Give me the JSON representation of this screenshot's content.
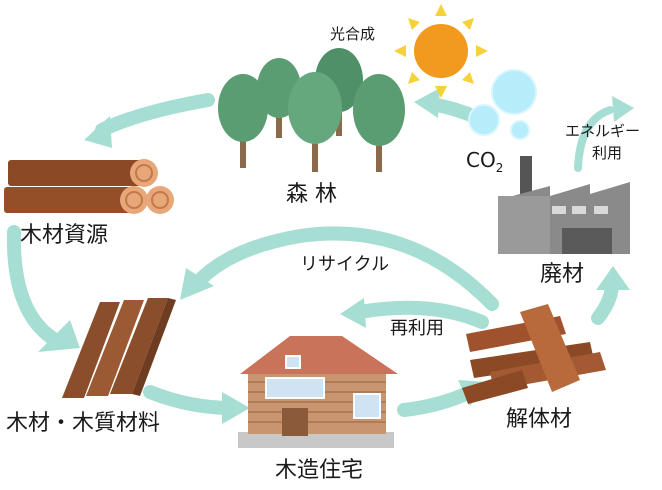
{
  "labels": {
    "photosynthesis": "光合成",
    "forest": "森 林",
    "timber_resource": "木材資源",
    "lumber": "木材・木質材料",
    "wooden_house": "木造住宅",
    "demolition_wood": "解体材",
    "waste_wood": "廃材",
    "energy_line1": "エネルギー",
    "energy_line2": "利用",
    "recycle": "リサイクル",
    "reuse": "再利用",
    "co2_main": "CO",
    "co2_sub": "2"
  },
  "colors": {
    "arrow": "#a6ded3",
    "sun": "#f29a1d",
    "tree": "#5a9d73",
    "wood": "#a0522d",
    "building": "#8a8a8a"
  }
}
